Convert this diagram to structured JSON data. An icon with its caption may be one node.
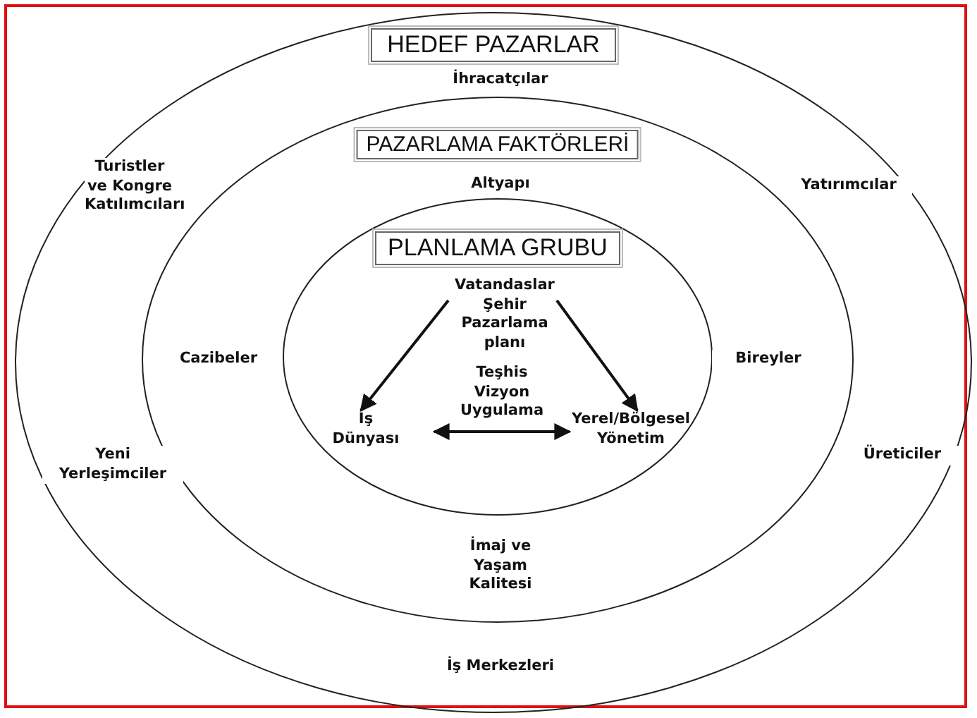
{
  "diagram": {
    "nodes": [
      {
        "text": [
          "HEDEF PAZARLAR"
        ]
      },
      {
        "text": [
          "PAZARLAMA FAKTÖRLERİ"
        ],
        "in": 0
      },
      {
        "text": [
          "PLANLAMA GRUBU"
        ],
        "in": 1
      },
      {
        "text": [
          "Vatandaslar Şehir Pazarlama planı"
        ],
        "in": 2
      },
      {
        "text": [
          "İş Dünyası"
        ],
        "in": 2
      },
      {
        "text": [
          "Yerel/Bölgesel Yönetim"
        ],
        "in": 2
      }
    ],
    "edges": [
      {
        "from": 3,
        "to": 4,
        "arrow": "to"
      },
      {
        "from": 3,
        "to": 5,
        "arrow": "to"
      },
      {
        "from": 4,
        "to": 5,
        "arrow": "both",
        "label": "Teşhis Vizyon Uygulama"
      }
    ],
    "labels": [
      "İhracatçılar",
      "Turistler ve Kongre Katılımcıları",
      "Altyapı",
      "Yatırımcılar",
      "Cazibeler",
      "Bireyler",
      "Yeni Yerleşimciler",
      "Üreticiler",
      "İmaj ve Yaşam Kalitesi",
      "İş Merkezleri"
    ]
  }
}
